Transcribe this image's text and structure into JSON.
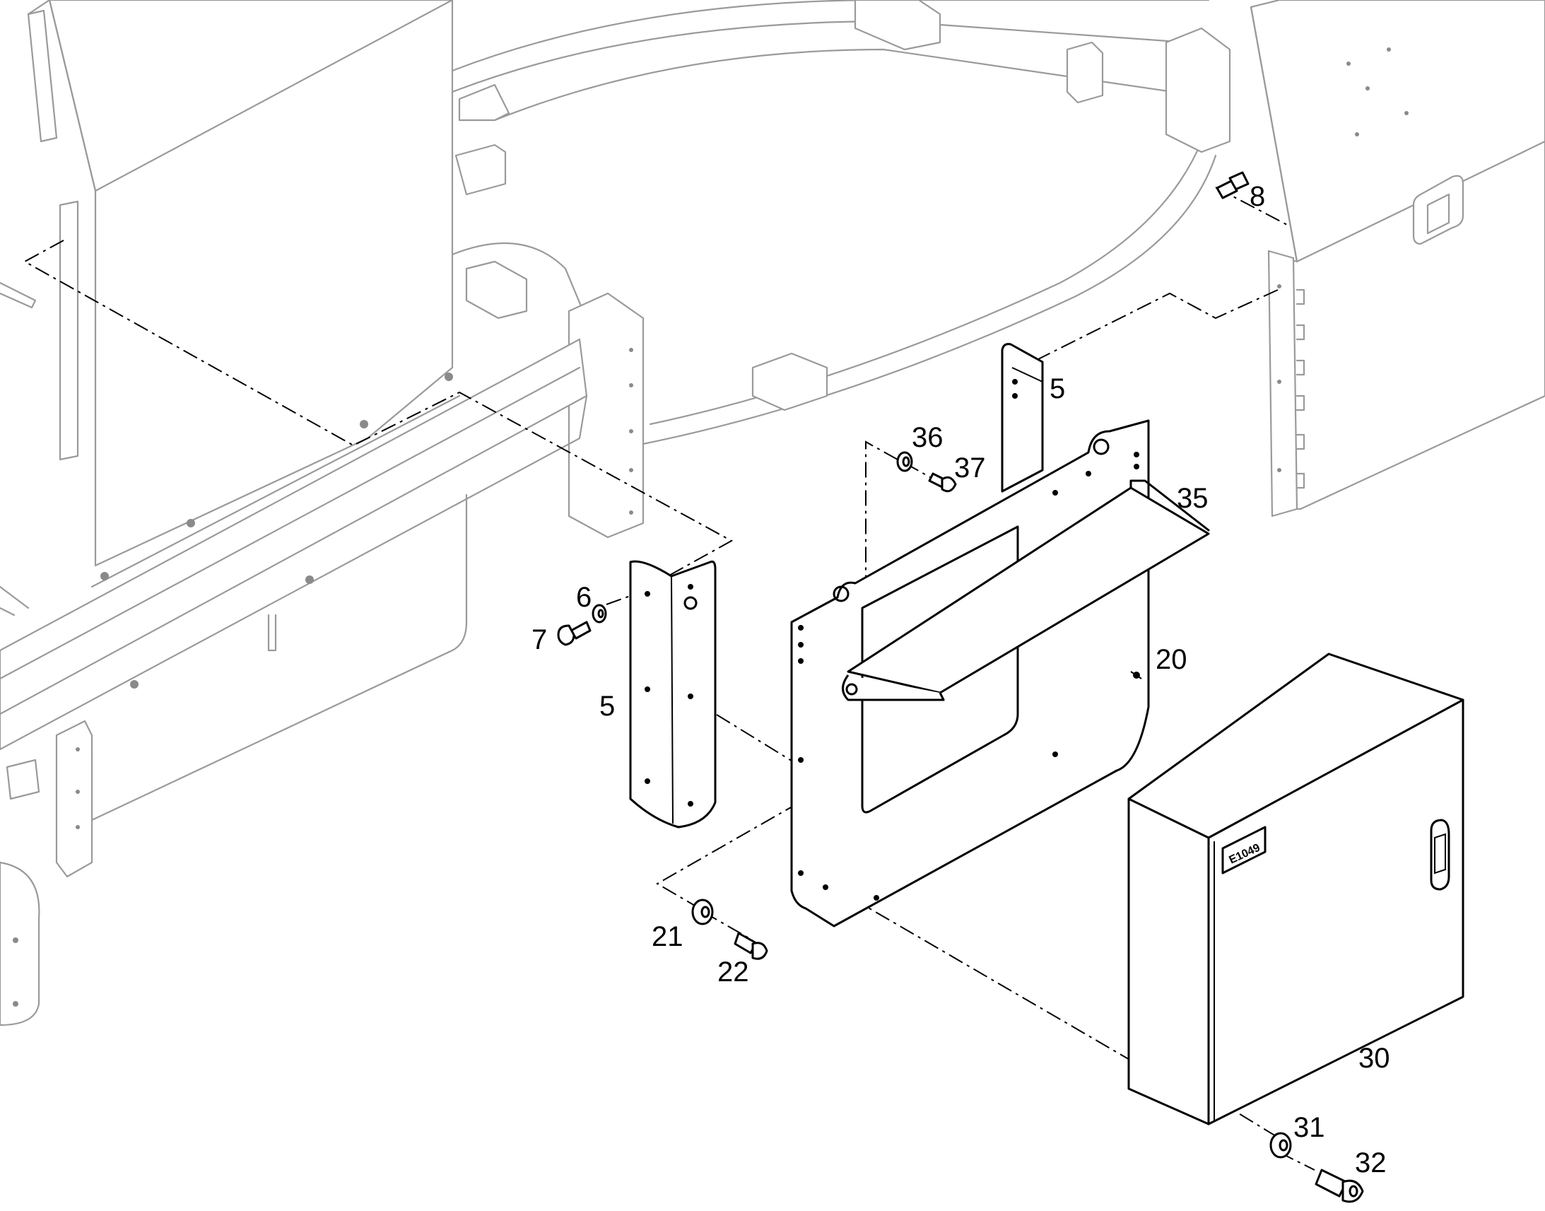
{
  "callouts": [
    {
      "id": "8",
      "text": "8"
    },
    {
      "id": "5a",
      "text": "5"
    },
    {
      "id": "36",
      "text": "36"
    },
    {
      "id": "37",
      "text": "37"
    },
    {
      "id": "35",
      "text": "35"
    },
    {
      "id": "6",
      "text": "6"
    },
    {
      "id": "7",
      "text": "7"
    },
    {
      "id": "5b",
      "text": "5"
    },
    {
      "id": "20",
      "text": "20"
    },
    {
      "id": "21",
      "text": "21"
    },
    {
      "id": "22",
      "text": "22"
    },
    {
      "id": "30",
      "text": "30"
    },
    {
      "id": "31",
      "text": "31"
    },
    {
      "id": "32",
      "text": "32"
    }
  ],
  "enclosure_badge": "E1049"
}
